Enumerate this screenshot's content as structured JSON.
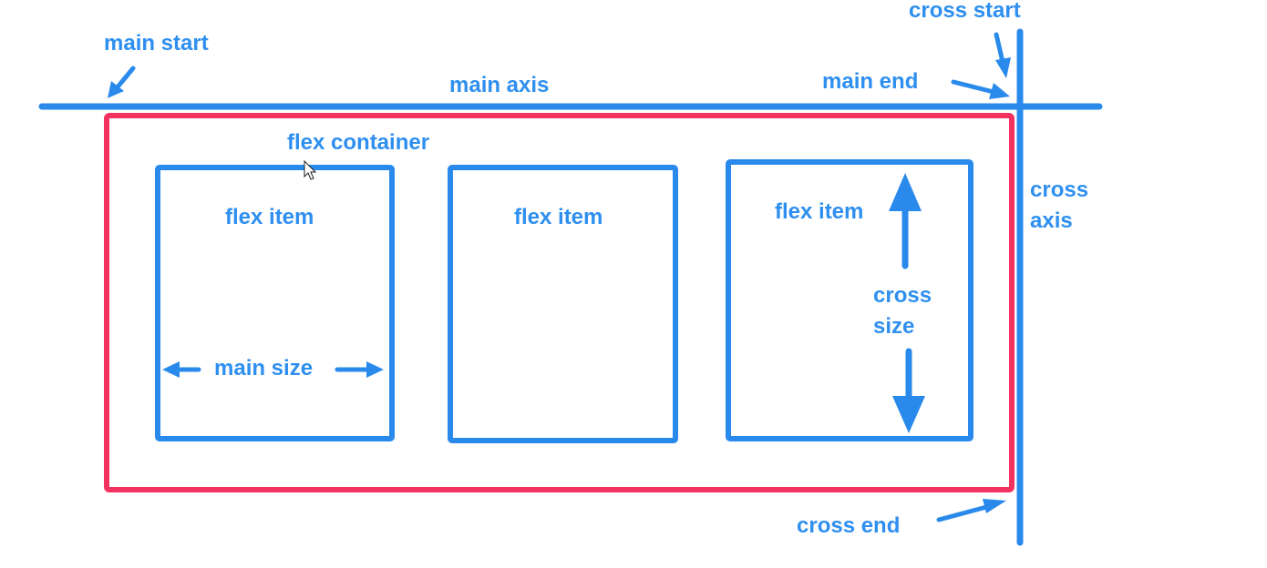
{
  "colors": {
    "axis": "#2a8aec",
    "container": "#f4325f",
    "label": "#2e8ff0",
    "background": "#ffffff"
  },
  "labels": {
    "main_start": "main start",
    "main_axis": "main axis",
    "main_end": "main end",
    "cross_start": "cross start",
    "cross_axis_line1": "cross",
    "cross_axis_line2": "axis",
    "cross_end": "cross end",
    "flex_container": "flex container",
    "flex_item_1": "flex item",
    "flex_item_2": "flex item",
    "flex_item_3": "flex item",
    "main_size": "main size",
    "cross_size_line1": "cross",
    "cross_size_line2": "size"
  }
}
